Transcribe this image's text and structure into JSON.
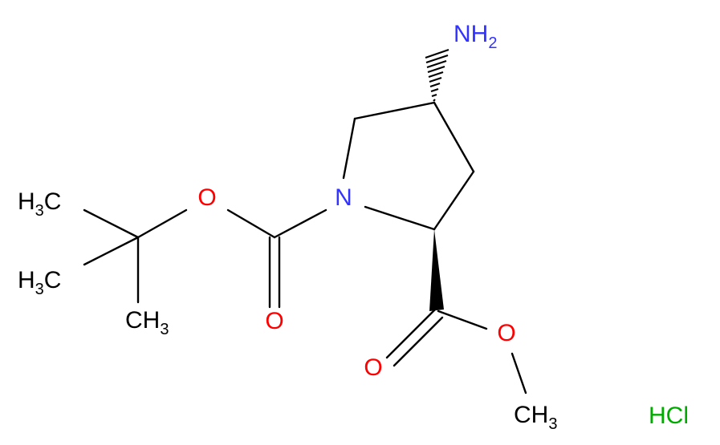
{
  "atoms": {
    "nh2": {
      "main": "NH",
      "sub": "2"
    },
    "n": "N",
    "o_ester_boc": "O",
    "o_carbonyl_boc": "O",
    "o_carbonyl_methyl": "O",
    "o_ester_methyl": "O",
    "ch3_methyl": {
      "main": "CH",
      "sub": "3"
    },
    "h3c_top": {
      "main": "H",
      "sub": "3",
      "tail": "C"
    },
    "h3c_mid": {
      "main": "H",
      "sub": "3",
      "tail": "C"
    },
    "ch3_bottom": {
      "main": "CH",
      "sub": "3"
    },
    "hcl": "HCl"
  },
  "colors": {
    "bond": "#000000",
    "nitrogen": "#3333ff",
    "oxygen": "#ff0000",
    "carbon_label": "#000000",
    "chlorine_salt": "#00aa00"
  }
}
